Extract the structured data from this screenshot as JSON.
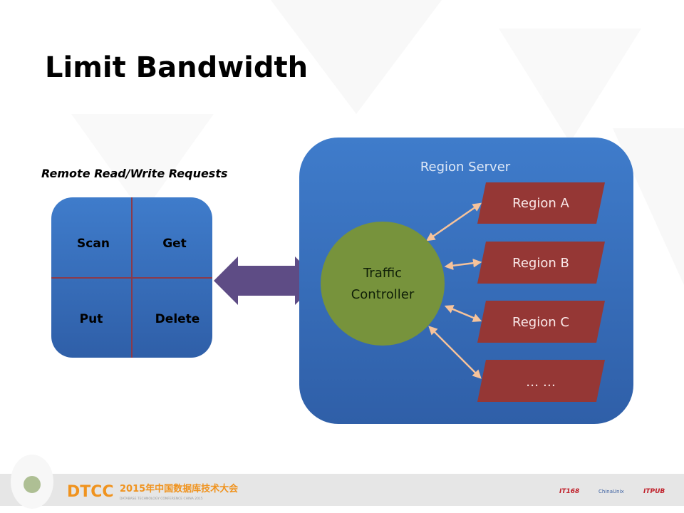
{
  "slide": {
    "title": "Limit Bandwidth",
    "subtitle": "Remote Read/Write Requests"
  },
  "requests": {
    "cells": [
      "Scan",
      "Get",
      "Put",
      "Delete"
    ]
  },
  "region_server": {
    "label": "Region Server",
    "controller": {
      "line1": "Traffic",
      "line2": "Controller"
    },
    "regions": [
      "Region A",
      "Region B",
      "Region C",
      "… …"
    ]
  },
  "footer": {
    "logo": "DTCC",
    "conference": "2015年中国数据库技术大会",
    "conference_en": "DATABASE TECHNOLOGY CONFERENCE CHINA 2015",
    "sponsors": [
      "IT168",
      "ChinaUnix",
      "ITPUB"
    ]
  },
  "colors": {
    "box_blue": "#3A73C4",
    "controller_green": "#77933C",
    "region_red": "#953735",
    "link_arrow": "#F6C39B",
    "main_arrow": "#5E4C85",
    "logo_orange": "#F0931E"
  }
}
